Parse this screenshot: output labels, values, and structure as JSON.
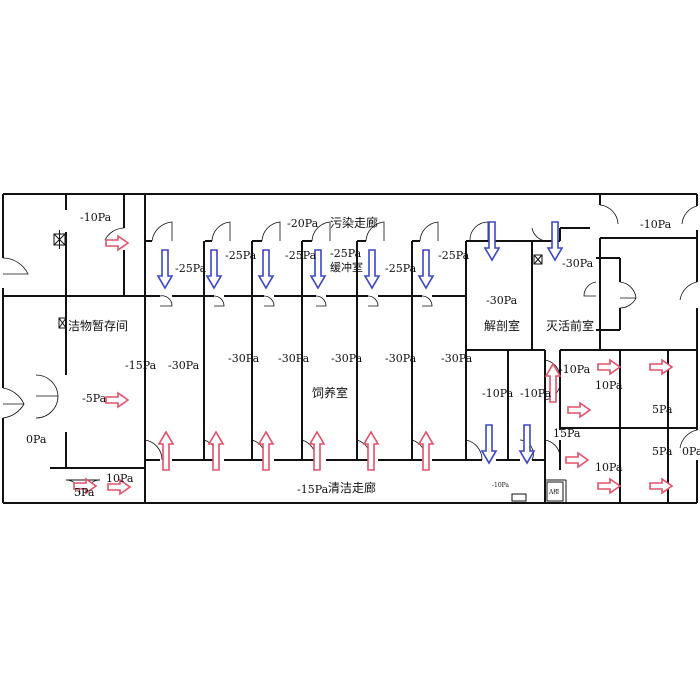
{
  "diagram": {
    "rooms": {
      "dirty_corridor": "污染走廊",
      "buffer_room": "缓冲室",
      "clean_storage": "洁物暂存间",
      "feeding_room": "饲养室",
      "dissection_room": "解剖室",
      "kill_anteroom": "灭活前室",
      "clean_corridor": "清洁走廊",
      "cabinet": "A柜"
    },
    "pressures": {
      "p_topleft": "-10Pa",
      "p_corridor_top": "-20Pa",
      "p_top_right": "-10Pa",
      "p_buf1": "-25Pa",
      "p_buf2": "-25Pa",
      "p_buf3": "-25Pa",
      "p_buf4": "-25Pa",
      "p_buf5": "-25Pa",
      "p_buf6": "-25Pa",
      "p_left_corridor": "-15Pa",
      "p_room1": "-30Pa",
      "p_room2": "-30Pa",
      "p_room3": "-30Pa",
      "p_room4": "-30Pa",
      "p_room5": "-30Pa",
      "p_room6": "-30Pa",
      "p_dissection": "-30Pa",
      "p_kill": "-30Pa",
      "p_left_mid": "-5Pa",
      "p_left_bottom": "0Pa",
      "p_bottom_left1": "10Pa",
      "p_bottom_left2": "5Pa",
      "p_clean_corridor": "-15Pa",
      "p_small1": "-10Pa",
      "p_small2": "-10Pa",
      "p_small3": "-10Pa",
      "p_right1": "10Pa",
      "p_right2": "5Pa",
      "p_right3": "15Pa",
      "p_right4": "10Pa",
      "p_right5": "5Pa",
      "p_right_edge": "0Pa",
      "p_bottom_tiny": "-10Pa"
    },
    "colors": {
      "inflow_arrow": "#e2506a",
      "outflow_arrow": "#3c46c8",
      "wall": "#111111"
    }
  }
}
